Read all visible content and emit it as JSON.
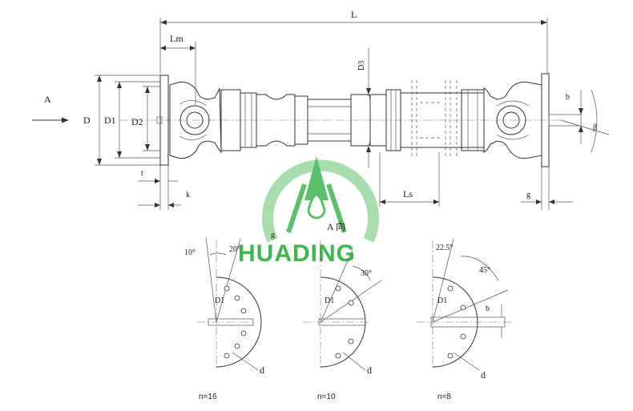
{
  "labels": {
    "A": "A",
    "L": "L",
    "Lm": "Lm",
    "D": "D",
    "D1": "D1",
    "D2": "D2",
    "D3": "D3",
    "Ls": "Ls",
    "t": "t",
    "k": "k",
    "b": "b",
    "beta": "β",
    "g_right": "g",
    "g_mid": "g",
    "view": "A 向"
  },
  "views": [
    {
      "count": "n=16",
      "angle1": "10°",
      "angle2": "20°",
      "pcd": "D1",
      "hole": "d"
    },
    {
      "count": "n=10",
      "angle2": "30°",
      "pcd": "D1",
      "hole": "d"
    },
    {
      "count": "n=8",
      "angle1": "22.5°",
      "angle2": "45°",
      "pcd": "D1",
      "hole": "d",
      "key": "b"
    }
  ],
  "watermark": {
    "text": "HUADING",
    "color": "#3fb650"
  }
}
